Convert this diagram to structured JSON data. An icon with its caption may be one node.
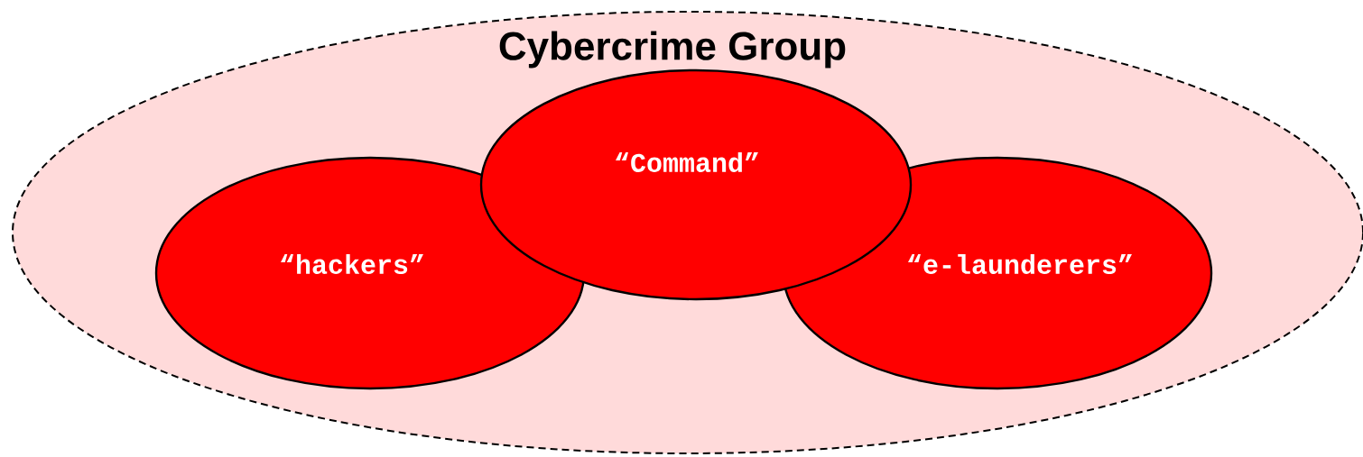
{
  "diagram": {
    "nodes": [
      {
        "text": [
          "Cybercrime Group"
        ]
      },
      {
        "text": [
          "“hackers”"
        ],
        "in": 0
      },
      {
        "text": [
          "“Command”"
        ],
        "in": 0
      },
      {
        "text": [
          "“e-launderers”"
        ],
        "in": 0
      }
    ]
  }
}
